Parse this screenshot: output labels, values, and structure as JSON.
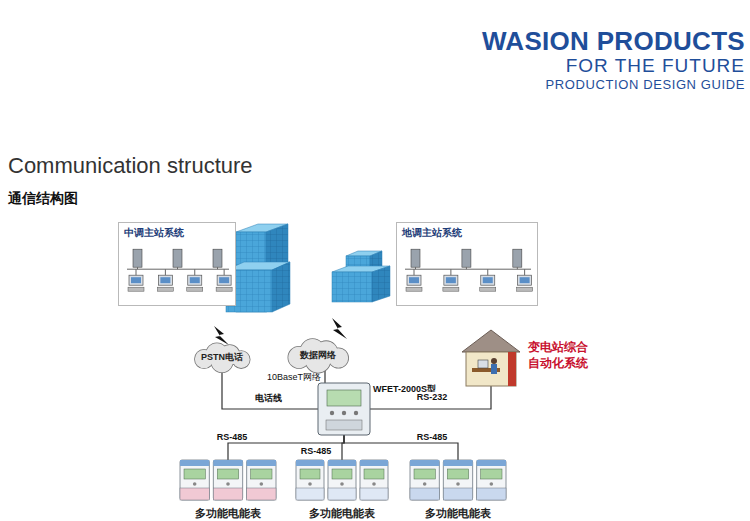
{
  "diagram": {
    "title": "Communication structure",
    "nodes": [
      {
        "text": [
          "中调主站系统"
        ]
      },
      {
        "text": [
          "地调主站系统"
        ]
      },
      {
        "text": [
          "PSTN电话"
        ]
      },
      {
        "text": [
          "数据网络"
        ]
      },
      {
        "text": [
          "变电站综合自动化系统"
        ]
      },
      {
        "text": [
          "WFET-2000S型"
        ]
      },
      {
        "text": [
          "多功能电能表"
        ]
      },
      {
        "text": [
          "多功能电能表"
        ]
      },
      {
        "text": [
          "多功能电能表"
        ]
      }
    ],
    "edges": [
      {
        "from": 2,
        "to": 5,
        "label": "电话线",
        "arrow": "none"
      },
      {
        "from": 3,
        "to": 5,
        "arrow": "none"
      },
      {
        "from": 5,
        "to": 4,
        "label": "RS-232",
        "arrow": "none"
      },
      {
        "from": 5,
        "to": 6,
        "label": "RS-485",
        "arrow": "none"
      },
      {
        "from": 5,
        "to": 7,
        "label": "RS-485",
        "arrow": "none"
      },
      {
        "from": 5,
        "to": 8,
        "label": "RS-485",
        "arrow": "none"
      }
    ],
    "labels": [
      "WASION PRODUCTS",
      "FOR THE FUTURE",
      "PRODUCTION DESIGN GUIDE",
      "通信结构图",
      "10BaseT网络"
    ]
  }
}
